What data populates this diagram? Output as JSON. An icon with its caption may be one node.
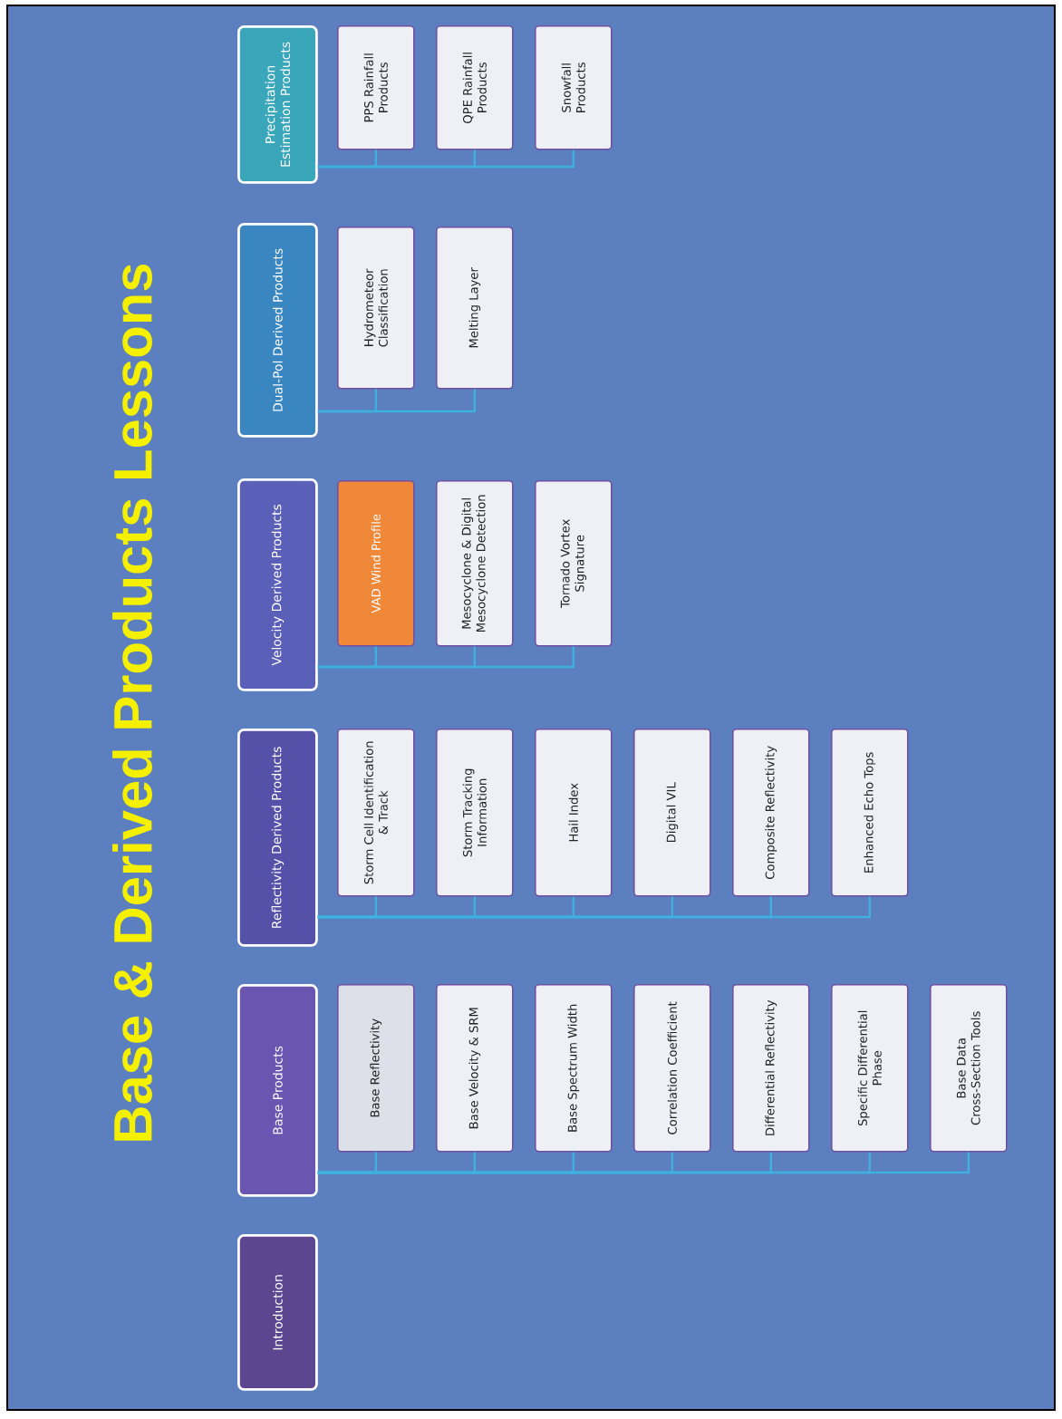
{
  "diagram": {
    "title": "Base & Derived Products Lessons",
    "nodes": [
      {
        "text": [
          "Introduction"
        ]
      },
      {
        "text": [
          "Base Products"
        ]
      },
      {
        "text": [
          "Base Reflectivity"
        ]
      },
      {
        "text": [
          "Base Velocity & SRM"
        ]
      },
      {
        "text": [
          "Base Spectrum Width"
        ]
      },
      {
        "text": [
          "Correlation Coefficient"
        ]
      },
      {
        "text": [
          "Differential Reflectivity"
        ]
      },
      {
        "text": [
          "Specific Differential Phase"
        ]
      },
      {
        "text": [
          "Base Data Cross-Section Tools"
        ]
      },
      {
        "text": [
          "Reflectivity Derived Products"
        ]
      },
      {
        "text": [
          "Storm Cell Identification & Track"
        ]
      },
      {
        "text": [
          "Storm Tracking Information"
        ]
      },
      {
        "text": [
          "Hail Index"
        ]
      },
      {
        "text": [
          "Digital VIL"
        ]
      },
      {
        "text": [
          "Composite Reflectivity"
        ]
      },
      {
        "text": [
          "Enhanced Echo Tops"
        ]
      },
      {
        "text": [
          "Velocity Derived Products"
        ]
      },
      {
        "text": [
          "VAD Wind Profile"
        ]
      },
      {
        "text": [
          "Mesocyclone & Digital Mesocyclone Detection"
        ]
      },
      {
        "text": [
          "Tornado Vortex Signature"
        ]
      },
      {
        "text": [
          "Dual-Pol Derived Products"
        ]
      },
      {
        "text": [
          "Hydrometeor Classification"
        ]
      },
      {
        "text": [
          "Melting Layer"
        ]
      },
      {
        "text": [
          "Precipitation Estimation Products"
        ]
      },
      {
        "text": [
          "PPS Rainfall Products"
        ]
      },
      {
        "text": [
          "QPE Rainfall Products"
        ]
      },
      {
        "text": [
          "Snowfall Products"
        ]
      }
    ],
    "edges": [
      {
        "from": 1,
        "to": 2,
        "arrow": "none"
      },
      {
        "from": 1,
        "to": 3,
        "arrow": "none"
      },
      {
        "from": 1,
        "to": 4,
        "arrow": "none"
      },
      {
        "from": 1,
        "to": 5,
        "arrow": "none"
      },
      {
        "from": 1,
        "to": 6,
        "arrow": "none"
      },
      {
        "from": 1,
        "to": 7,
        "arrow": "none"
      },
      {
        "from": 1,
        "to": 8,
        "arrow": "none"
      },
      {
        "from": 9,
        "to": 10,
        "arrow": "none"
      },
      {
        "from": 9,
        "to": 11,
        "arrow": "none"
      },
      {
        "from": 9,
        "to": 12,
        "arrow": "none"
      },
      {
        "from": 9,
        "to": 13,
        "arrow": "none"
      },
      {
        "from": 9,
        "to": 14,
        "arrow": "none"
      },
      {
        "from": 9,
        "to": 15,
        "arrow": "none"
      },
      {
        "from": 16,
        "to": 17,
        "arrow": "none"
      },
      {
        "from": 16,
        "to": 18,
        "arrow": "none"
      },
      {
        "from": 16,
        "to": 19,
        "arrow": "none"
      },
      {
        "from": 20,
        "to": 21,
        "arrow": "none"
      },
      {
        "from": 20,
        "to": 22,
        "arrow": "none"
      },
      {
        "from": 23,
        "to": 24,
        "arrow": "none"
      },
      {
        "from": 23,
        "to": 25,
        "arrow": "none"
      },
      {
        "from": 23,
        "to": 26,
        "arrow": "none"
      }
    ]
  }
}
